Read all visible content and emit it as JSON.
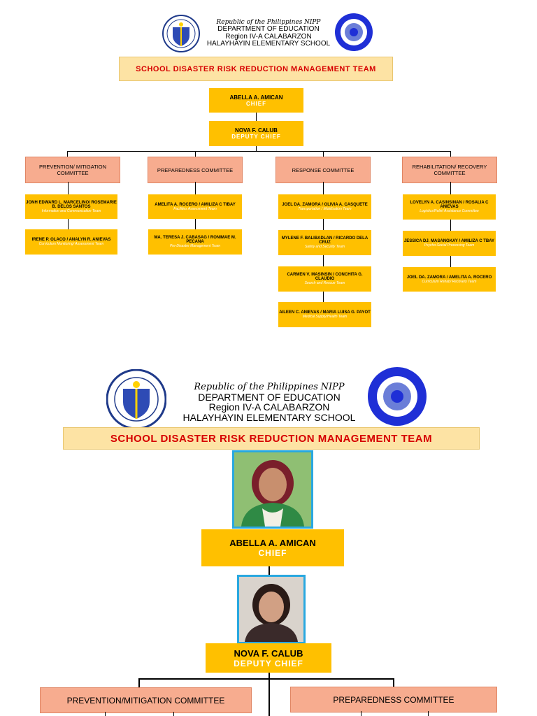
{
  "header": {
    "republic": "Republic of the Philippines",
    "nipp": "NIPP",
    "department": "DEPARTMENT OF EDUCATION",
    "region": "Region IV-A CALABARZON",
    "school": "HALAYHAYIN ELEMENTARY SCHOOL"
  },
  "title": "SCHOOL DISASTER RISK REDUCTION MANAGEMENT TEAM",
  "chart1": {
    "chief": {
      "name": "ABELLA A. AMICAN",
      "role": "CHIEF"
    },
    "deputy": {
      "name": "NOVA F. CALUB",
      "role": "DEPUTY CHIEF"
    },
    "committees": [
      {
        "label": "PREVENTION/ MITIGATION COMMITTEE",
        "members": [
          {
            "names": "JONH EDWARD L. MARCELINO/ ROSEMARIE B. DELOS SANTOS",
            "team": "Information and Communication Team"
          },
          {
            "names": "IRENE P. OLACO / ANALYN R. ANIEVAS",
            "team": "Curriculum Monitoring/ Assessment Team"
          }
        ]
      },
      {
        "label": "PREPAREDNESS COMMITTEE",
        "members": [
          {
            "names": "AMELITA A. ROCERO / AMILIZA C TIBAY",
            "team": "Facilities Assessment Team"
          },
          {
            "names": "MA. TERESA J. CABASAG / RONIMAE M. PECANA",
            "team": "Pre-Disaster Management Team"
          }
        ]
      },
      {
        "label": "RESPONSE COMMITTEE",
        "members": [
          {
            "names": "JOEL DA. ZAMORA / OLIVIA A. CASQUETE",
            "team": "Transportation / Mobilization Team"
          },
          {
            "names": "MYLENE F. BALIBADLAN / RICARDO DELA CRUZ",
            "team": "Safety and Security Team"
          },
          {
            "names": "CARMEN V. MASINSIN / CONCHITA G. CLAUDIO",
            "team": "Search and Rescue Team"
          },
          {
            "names": "AILEEN C. ANIEVAS / MARIA LUISA G. PAYOT",
            "team": "Medical Supply/Health Team"
          }
        ]
      },
      {
        "label": "REHABILITATION/ RECOVERY COMMITTEE",
        "members": [
          {
            "names": "LOVELYN A. CASINSINAN / ROSALIA C ANIEVAS",
            "team": "Logistics/Relief Assistance Committee"
          },
          {
            "names": "JESSICA DJ. MASANGKAY / AMILIZA C TBAY",
            "team": "Psycho-Social Processing Team"
          },
          {
            "names": "JOEL DA. ZAMORA / AMELITA A. ROCERO",
            "team": "Curriculum Rehab/ Recovery Team"
          }
        ]
      }
    ]
  },
  "chart2": {
    "chief": {
      "name": "ABELLA A. AMICAN",
      "role": "CHIEF"
    },
    "deputy": {
      "name": "NOVA F. CALUB",
      "role": "DEPUTY CHIEF"
    },
    "committees": [
      {
        "label": "PREVENTION/MITIGATION COMMITTEE"
      },
      {
        "label": "PREPAREDNESS COMMITTEE"
      }
    ]
  },
  "colors": {
    "gold": "#ffc000",
    "salmon": "#f7ac8f",
    "title_bg": "#fde3a4",
    "title_text": "#d60000",
    "photo_border": "#29a8e0"
  }
}
